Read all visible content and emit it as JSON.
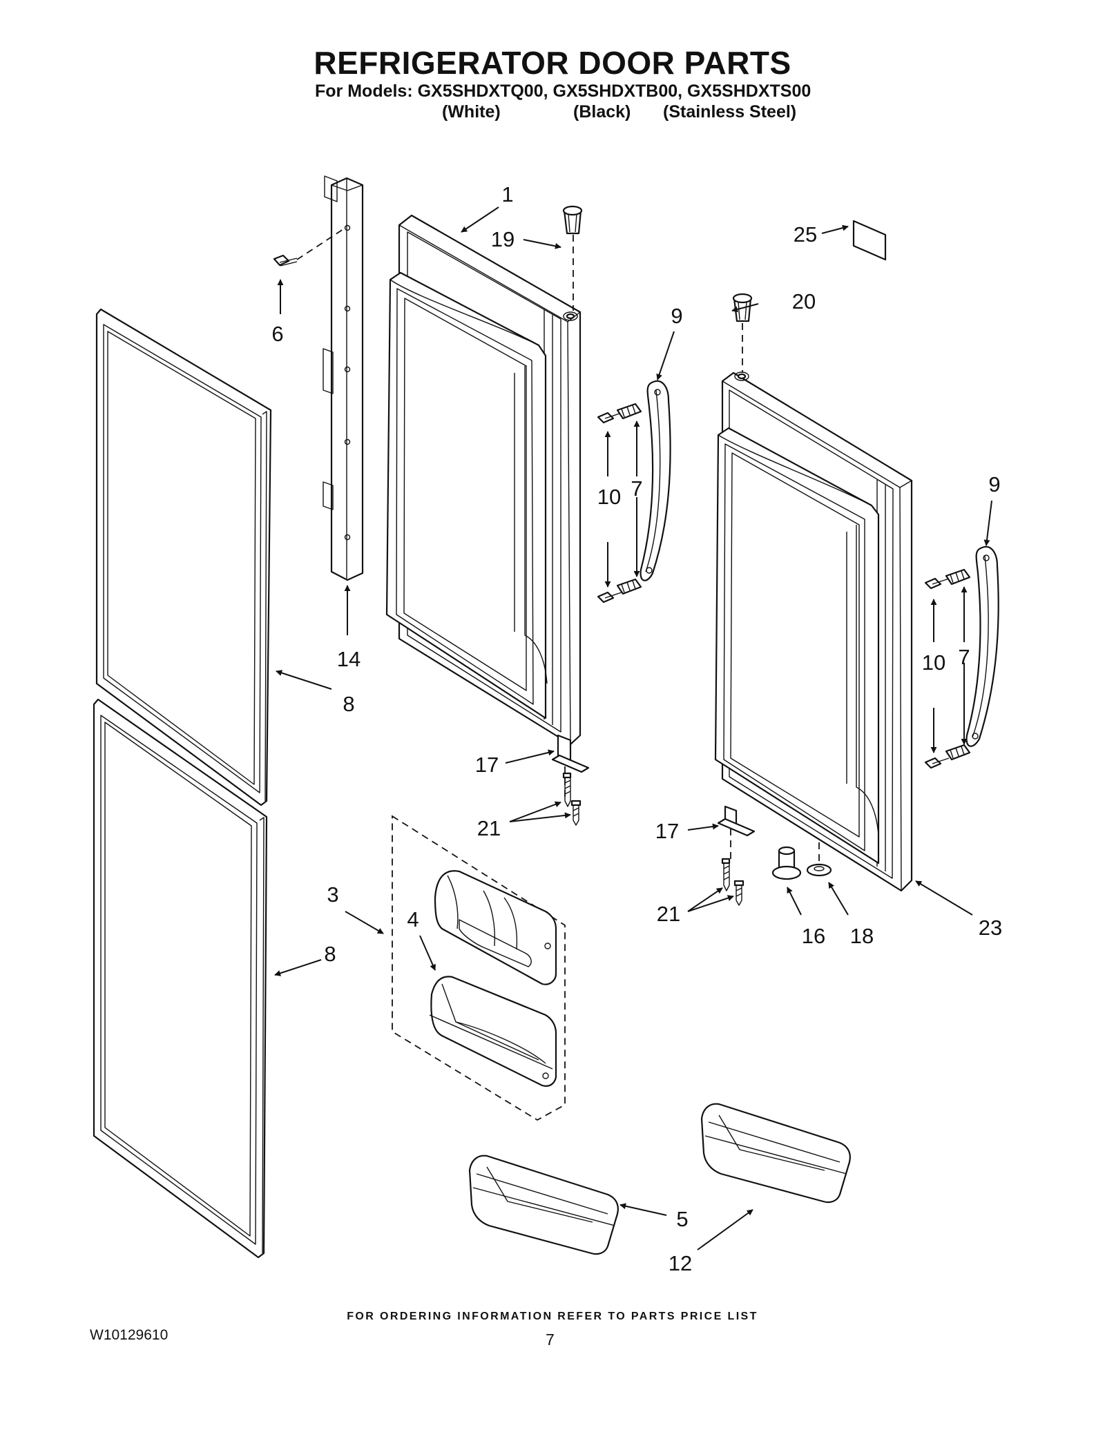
{
  "header": {
    "title": "REFRIGERATOR DOOR PARTS",
    "models_line": "For Models: GX5SHDXTQ00, GX5SHDXTB00, GX5SHDXTS00",
    "variants": [
      "(White)",
      "(Black)",
      "(Stainless Steel)"
    ]
  },
  "callouts": [
    "1",
    "19",
    "25",
    "20",
    "9",
    "6",
    "10",
    "7",
    "9",
    "10",
    "7",
    "14",
    "8",
    "17",
    "21",
    "17",
    "3",
    "4",
    "21",
    "16",
    "18",
    "23",
    "8",
    "5",
    "12"
  ],
  "footer": {
    "ordering_note": "FOR ORDERING INFORMATION REFER TO PARTS PRICE LIST",
    "document_number": "W10129610",
    "page_number": "7"
  }
}
